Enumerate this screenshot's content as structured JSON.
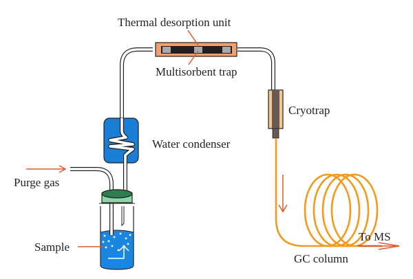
{
  "diagram": {
    "title": "Purge-and-trap thermal desorption GC-MS setup",
    "labels": {
      "thermal_desorption_unit": "Thermal desorption unit",
      "multisorbent_trap": "Multisorbent trap",
      "cryotrap": "Cryotrap",
      "water_condenser": "Water condenser",
      "purge_gas": "Purge gas",
      "sample": "Sample",
      "gc_column": "GC column",
      "to_ms": "To MS"
    },
    "colors": {
      "arrow": "#e05a2a",
      "gc_column": "#f39a1e",
      "condenser": "#1a7fd4",
      "sample_liquid": "#1a86e0",
      "vial_cap": "#8fd3a8",
      "desorption_heater": "#f0a070",
      "cryotrap_jacket": "#f2c792",
      "cryotrap_core": "#6b5a52"
    }
  }
}
